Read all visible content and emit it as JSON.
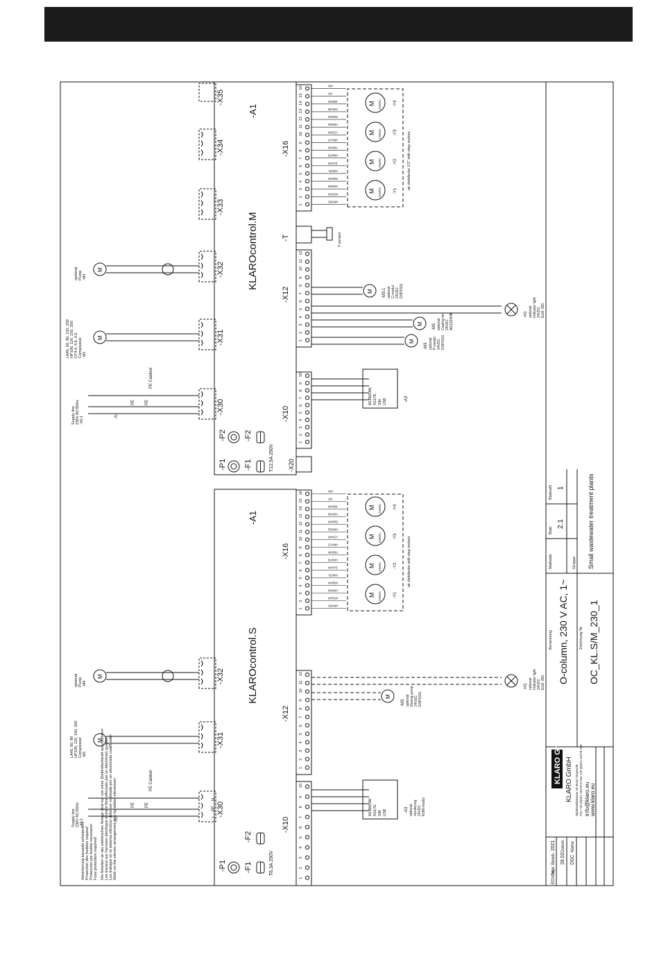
{
  "title_block": {
    "year": "2021",
    "col_datum": "Datum",
    "col_name": "Name",
    "bearb_label": "Bearb.",
    "bearb_date": "28.02.",
    "bearb_name": "DSC",
    "gepr_label": "Gepr.",
    "edv_label": "EDV Nr.",
    "company_name": "KLARO GmbH",
    "company_address_1": "Spitalwaldstrasse 18  95447 Bayreuth",
    "company_address_2": "Fon +49 (0)921 16279-0  Fax +49 (0)921 16279-100",
    "company_email": "info@klaro.eu",
    "company_web": "www.klaro.eu",
    "benennung_label": "Benennung",
    "benennung": "O-column, 230 V AC, 1~",
    "zeichnung_label": "Zeichnung Nr.",
    "zeichnung": "OC_KL.S/M_230_1",
    "massstab_label": "Maßstab",
    "blatt_label": "Blatt",
    "blatt": "2.1",
    "blattzahl_label": "Blattzahl",
    "blattzahl": "1",
    "gruppe_label": "Gruppe",
    "gruppe": "Small wastewater treatment plants"
  },
  "notes": [
    "Absicherung bauseits erforderlich!",
    "Protection des fusibles requise!",
    "Protección por fusible necesario!",
    "Fuse protection required!",
    "Die Arbeiten an der elektrischen Anlage sind nur von einer Elektrofachkraft auszuführen!",
    "Les travaux sur l'armoire électrique doivent être effectués par un électricien qualifié!",
    "Los trabajos en el sistema eléctrico debe ser realizado por un electricista cualificado!",
    "Work on the electric arrangement only by skilled electrician!"
  ],
  "control_s": {
    "name": "KLAROcontrol.S",
    "a1": "-A1",
    "p1": "-P1",
    "f1": "-F1",
    "f2": "-F2",
    "fuse": "T6,3A 250V",
    "x10": "-X10",
    "x12": "-X12",
    "x30": "-X30",
    "x31": "-X31",
    "x32": "-X32",
    "supply_1": "Supply line",
    "supply_2": "230V AC/50Hz",
    "supply_3": "-X0.1",
    "s1": "-S1",
    "pe": "PE",
    "pe_cabinet": "PE Cabinet",
    "comp_1": "LA45, 60, 80",
    "comp_2": "HP100, 120, 150, 200",
    "comp_3": "Compressor",
    "comp_4": "-M1",
    "pump_1": "optional",
    "pump_2": "Pump",
    "pump_3": "-M4",
    "a3_1": "WLAN/LAN",
    "a3_2": "4G/LTE",
    "a3_3": "SIM",
    "a3_4": "USB",
    "a3_lbl": "-A3",
    "a3_d1": "optional",
    "a3_d2": "monitoring",
    "a3_d3": "24VDC",
    "a3_d4": "KOM-modul",
    "m3_1": "-M3",
    "m3_2": "optional",
    "m3_3": "Dosing pump",
    "m3_4": "24VDC",
    "m3_5": "DSP1501",
    "h1_1": "-H1",
    "h1_2": "optional",
    "h1_3": "Indicator light",
    "h1_4": "24VDC",
    "h1_5": "ELM, IBS"
  },
  "x16_s": {
    "label": "-X16",
    "caption": "air distributor with step motors",
    "y1": "-Y1",
    "y2": "-Y2",
    "y3": "-Y3",
    "y4": "-Y4"
  },
  "control_m": {
    "name": "KLAROcontrol.M",
    "a1": "-A1",
    "p1": "-P1",
    "p2": "-P2",
    "f1": "-F1",
    "f2": "-F2",
    "fuse": "T12,5A 250V",
    "x10": "-X10",
    "x12": "-X12",
    "x20": "-X20",
    "x30": "-X30",
    "x31": "-X31",
    "x32": "-X32",
    "x33": "-X33",
    "x34": "-X34",
    "x35": "-X35",
    "t": "-T",
    "t_sensor": "T-sensor",
    "comp_1": "LA45, 60, 80, 120, 200",
    "comp_2": "HP100, 120, 150, 200",
    "comp_3": "DT4.4, 4.6, 4.8",
    "comp_4": "Compressor",
    "comp_5": "-M1",
    "m31_1": "-M3.1",
    "m31_2": "optional",
    "m31_3": "C-modul",
    "m31_4": "24VDC",
    "m31_5": "DSP1501",
    "m3_1": "-M3",
    "m3_2": "optional",
    "m3_3": "P-modul",
    "m3_4": "24VDC",
    "m3_5": "DSP1501",
    "m2_1": "-M2",
    "m2_2": "optional",
    "m2_3": "Cooling fan",
    "m2_4": "24VDC",
    "m2_5": "AD1224HB"
  },
  "x16_m": {
    "label": "-X16",
    "caption": "air distributor 1/2\" with step motors",
    "y1": "-Y1",
    "y2": "-Y2",
    "y3": "-Y3",
    "y4": "-Y4"
  },
  "terminal_labels": {
    "l": "L",
    "pe": "PE",
    "n": "N",
    "motor": "M",
    "vdc": "24VDC"
  },
  "wire_colors": [
    "GN/WH",
    "WH/GN",
    "BN/WH",
    "WH/BN",
    "YE/WH",
    "WH/YE",
    "BU/WH",
    "WH/BU",
    "GY/WH",
    "WH/GY",
    "RD/WH",
    "WH/RD",
    "BK/WH",
    "WH/BK",
    "GN",
    "WH"
  ]
}
